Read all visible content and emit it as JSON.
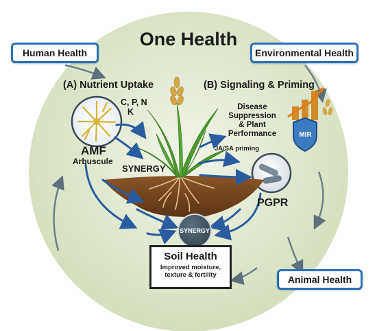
{
  "title": "One Health",
  "boxes": {
    "human": "Human Health",
    "environmental": "Environmental Health",
    "animal": "Animal Health"
  },
  "sections": {
    "a": "(A) Nutrient Uptake",
    "b": "(B) Signaling & Priming"
  },
  "nutrients": {
    "line1": "C, P, N",
    "line2": "K"
  },
  "amf": {
    "label": "AMF",
    "sub": "Arbuscule"
  },
  "synergy_label": "SYNERGY",
  "synergy_circle": "SYNERGY",
  "disease": {
    "line1": "Disease",
    "line2": "Suppression",
    "line3": "& Plant",
    "line4": "Performance"
  },
  "ja_sa": "JA/SA priming",
  "mir": "MIR",
  "pgpr": "PGPR",
  "soil": {
    "title": "Soil Health",
    "line1": "Improved moisture,",
    "line2": "texture & fertility"
  },
  "colors": {
    "arrow_blue": "#2a5d9f",
    "box_blue": "#2a6fb6",
    "circle_bg": "#dde6cb",
    "soil": "#7a4a22",
    "plant": "#4e9a2e"
  }
}
